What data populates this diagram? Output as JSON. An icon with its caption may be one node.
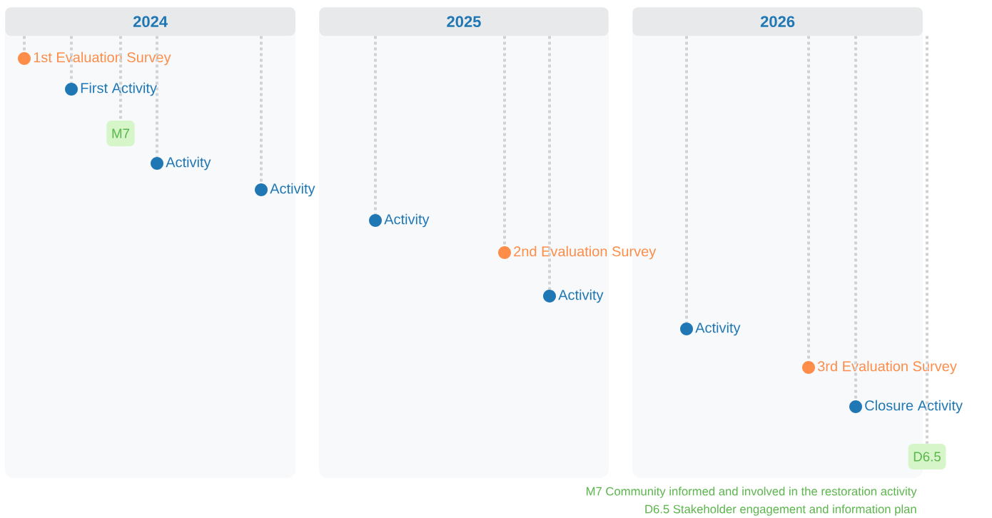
{
  "diagram": {
    "nodes": [
      {
        "text": [
          "2024"
        ]
      },
      {
        "text": [
          "2025"
        ]
      },
      {
        "text": [
          "2026"
        ]
      },
      {
        "text": [
          "1st Evaluation Survey"
        ]
      },
      {
        "text": [
          "First Activity"
        ]
      },
      {
        "text": [
          "M7"
        ]
      },
      {
        "text": [
          "Activity"
        ]
      },
      {
        "text": [
          "Activity"
        ]
      },
      {
        "text": [
          "Activity"
        ]
      },
      {
        "text": [
          "2nd Evaluation Survey"
        ]
      },
      {
        "text": [
          "Activity"
        ]
      },
      {
        "text": [
          "Activity"
        ]
      },
      {
        "text": [
          "3rd Evaluation Survey"
        ]
      },
      {
        "text": [
          "Closure Activity"
        ]
      },
      {
        "text": [
          "D6.5"
        ]
      }
    ],
    "edges": [
      {
        "from": 0,
        "to": 3,
        "arrow": "none",
        "style": "dashed"
      },
      {
        "from": 0,
        "to": 4,
        "arrow": "none",
        "style": "dashed"
      },
      {
        "from": 0,
        "to": 5,
        "arrow": "none",
        "style": "dashed"
      },
      {
        "from": 0,
        "to": 6,
        "arrow": "none",
        "style": "dashed"
      },
      {
        "from": 0,
        "to": 7,
        "arrow": "none",
        "style": "dashed"
      },
      {
        "from": 1,
        "to": 8,
        "arrow": "none",
        "style": "dashed"
      },
      {
        "from": 1,
        "to": 9,
        "arrow": "none",
        "style": "dashed"
      },
      {
        "from": 1,
        "to": 10,
        "arrow": "none",
        "style": "dashed"
      },
      {
        "from": 2,
        "to": 11,
        "arrow": "none",
        "style": "dashed"
      },
      {
        "from": 2,
        "to": 12,
        "arrow": "none",
        "style": "dashed"
      },
      {
        "from": 2,
        "to": 13,
        "arrow": "none",
        "style": "dashed"
      },
      {
        "from": 2,
        "to": 14,
        "arrow": "none",
        "style": "dashed"
      }
    ],
    "labels": [
      "M7 Community informed and involved in the restoration activity",
      "D6.5 Stakeholder engagement and information plan"
    ]
  }
}
